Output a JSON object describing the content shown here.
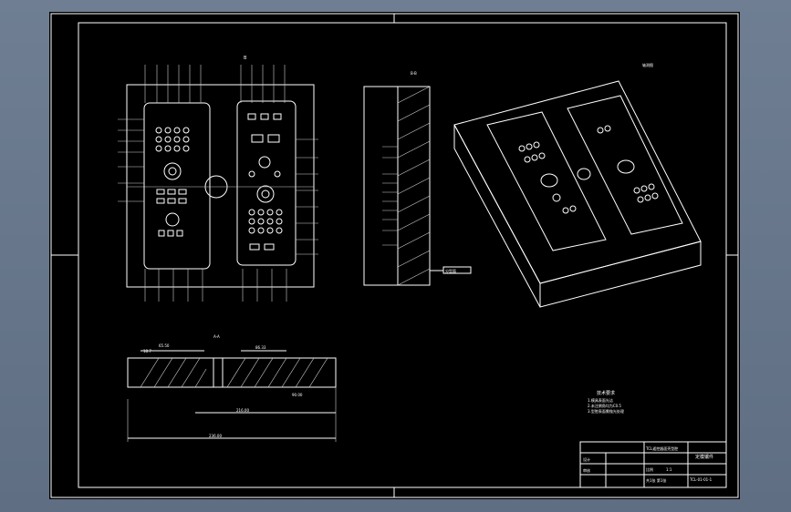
{
  "drawing": {
    "view_label_b": "B",
    "view_label_br": "B-B",
    "view_label_aa": "A-A",
    "iso_label": "轴测图",
    "dim_total_width": "236.00",
    "dim_inner_width": "216.00",
    "dim_part_height": "90.00",
    "dim_left_top": "65.50",
    "dim_small": "18.7",
    "dim_right": "86.33",
    "callout_label": "分型面"
  },
  "notes": {
    "title": "技术要求",
    "lines": [
      "1.模具表面光洁",
      "2.未注倒角均为C0.5",
      "3.型腔表面需抛光处理"
    ]
  },
  "title_block": {
    "part_name": "TCL遥控器面壳型腔",
    "drawing_title": "定模镶件",
    "drawing_no": "TCL-01-01-1",
    "scale_label": "比例",
    "scale_value": "1:1",
    "sheet_label": "共1张 第1张",
    "designer_label": "设计",
    "checker_label": "审核"
  },
  "colors": {
    "background": "#6b7a8f",
    "sheet": "#000000",
    "lines": "#ffffff"
  }
}
